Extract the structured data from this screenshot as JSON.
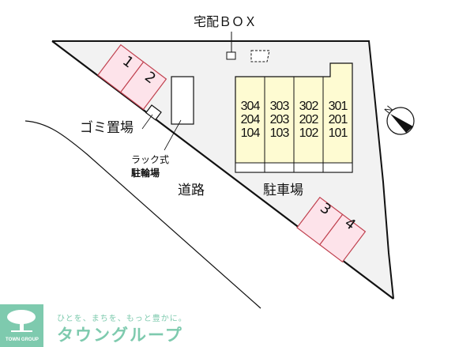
{
  "map": {
    "type": "site-layout",
    "labels": {
      "delivery_box": "宅配ＢＯＸ",
      "garbage": "ゴミ置場",
      "bike_rack_line1": "ラック式",
      "bike_rack_line2": "駐輪場",
      "road": "道路",
      "parking": "駐車場"
    },
    "parking_spaces": [
      "1",
      "2",
      "3",
      "4"
    ],
    "units": [
      {
        "column": 1,
        "rooms": [
          "304",
          "204",
          "104"
        ]
      },
      {
        "column": 2,
        "rooms": [
          "303",
          "203",
          "103"
        ]
      },
      {
        "column": 3,
        "rooms": [
          "302",
          "202",
          "102"
        ]
      },
      {
        "column": 4,
        "rooms": [
          "301",
          "201",
          "101"
        ]
      }
    ],
    "compass": {
      "label": "N",
      "icon": "north-arrow-icon"
    },
    "colors": {
      "site_fill": "#f2f2f2",
      "building_fill": "#fefbd2",
      "parking_fill": "#fde3ea",
      "parking_stroke": "#c0404e",
      "outline": "#111111"
    }
  },
  "brand": {
    "tagline": "ひとを、まちを、もっと豊かに。",
    "name": "タウングループ",
    "logo_caption": "TOWN GROUP",
    "color": "#7ecaae"
  }
}
